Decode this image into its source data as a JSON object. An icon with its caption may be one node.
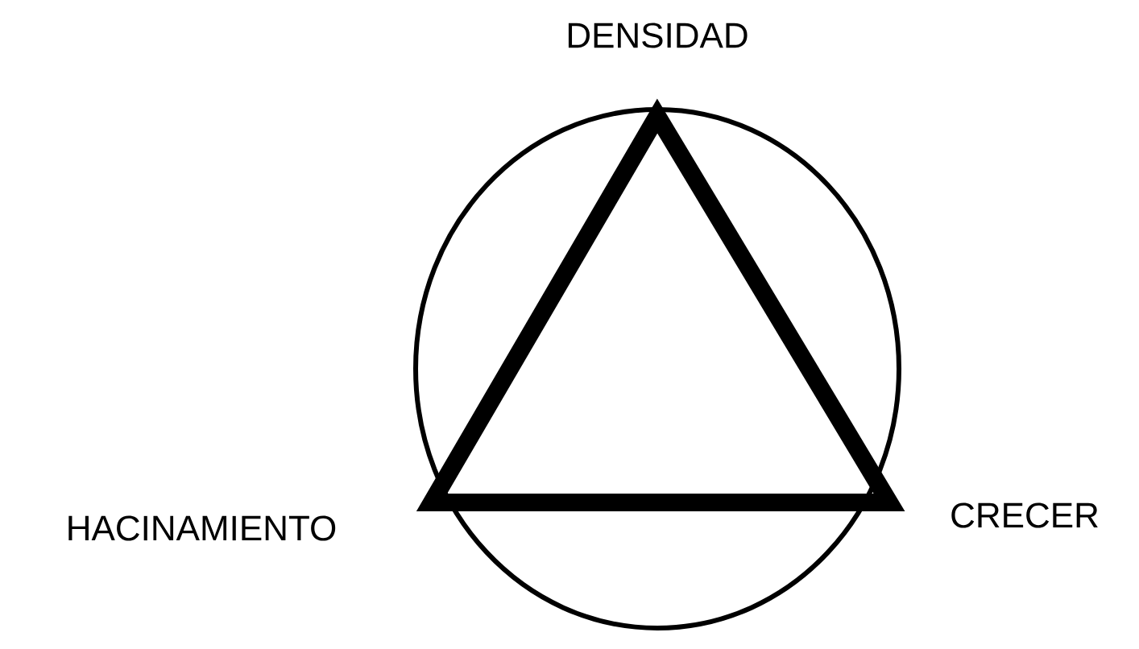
{
  "diagram": {
    "labels": [
      "DENSIDAD",
      "HACINAMIENTO",
      "CRECER"
    ]
  }
}
